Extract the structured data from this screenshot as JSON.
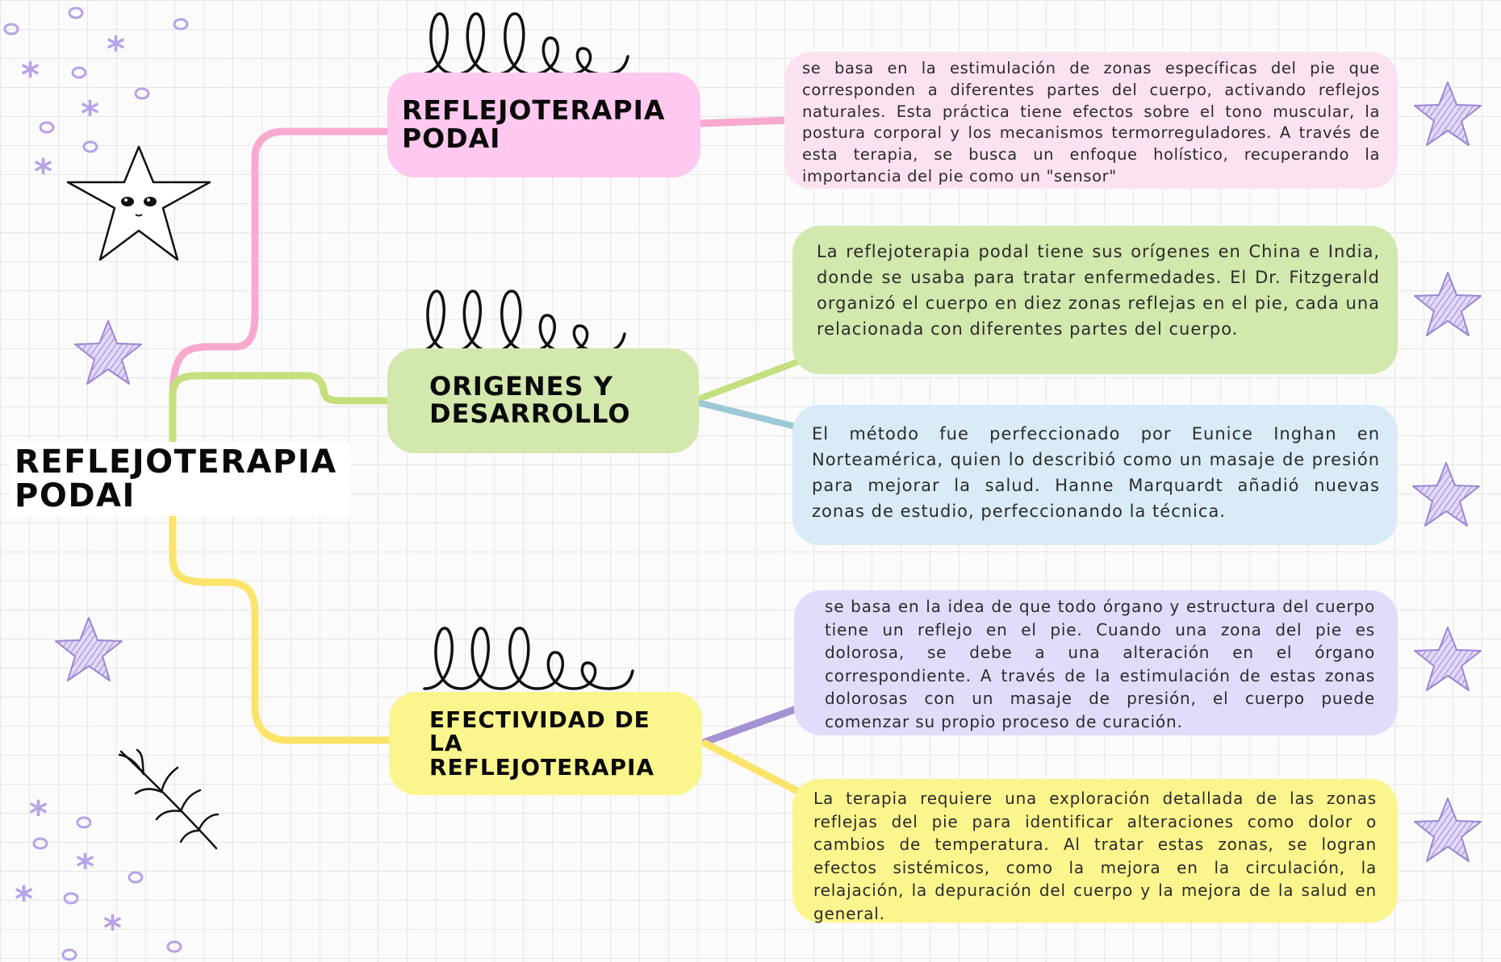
{
  "colors": {
    "pink": "#ffc8ee",
    "pink_line": "#f9a9cf",
    "green": "#d2e8ad",
    "green_line": "#c4e07e",
    "yellow": "#fbf58e",
    "yellow_line": "#fbe46a",
    "light_pink": "#fbe2f1",
    "light_blue": "#d8ebf6",
    "blue_line": "#9cc9d6",
    "lavender": "#e3dbfa",
    "purple_line": "#a492d2",
    "star": "#b7a3e8"
  },
  "central": {
    "title": "REFLEJOTERAPIA PODAI"
  },
  "branches": [
    {
      "title": "REFLEJOTERAPIA PODAI"
    },
    {
      "title": "ORIGENES Y DESARROLLO"
    },
    {
      "title": "EFECTIVIDAD DE LA REFLEJOTERAPIA"
    }
  ],
  "descriptions": [
    {
      "text": "se basa en la estimulación de zonas específicas del pie que corresponden a diferentes partes del cuerpo, activando reflejos naturales. Esta práctica tiene efectos sobre el tono muscular, la postura corporal y los mecanismos termorreguladores. A través de esta terapia, se busca un enfoque holístico, recuperando la importancia del pie como un \"sensor\""
    },
    {
      "text": "La reflejoterapia podal tiene sus orígenes en China e India, donde se usaba para tratar enfermedades. El Dr. Fitzgerald organizó el cuerpo en diez zonas reflejas en el pie, cada una relacionada con diferentes partes del cuerpo."
    },
    {
      "text": "El método fue perfeccionado por Eunice Inghan en Norteamérica, quien lo describió como un masaje de presión para mejorar la salud. Hanne Marquardt añadió nuevas zonas de estudio, perfeccionando la técnica."
    },
    {
      "text": "se basa en la idea de que todo órgano y estructura del cuerpo tiene un reflejo en el pie. Cuando una zona del pie es dolorosa, se debe a una alteración en el órgano correspondiente. A través de la estimulación de estas zonas dolorosas con un masaje de presión, el cuerpo puede comenzar su propio proceso de curación."
    },
    {
      "text": "La terapia requiere una exploración detallada de las zonas reflejas del pie para identificar alteraciones como dolor o cambios de temperatura. Al tratar estas zonas, se logran efectos sistémicos, como la mejora en la circulación, la relajación, la depuración del cuerpo y la mejora de la salud en general."
    }
  ]
}
